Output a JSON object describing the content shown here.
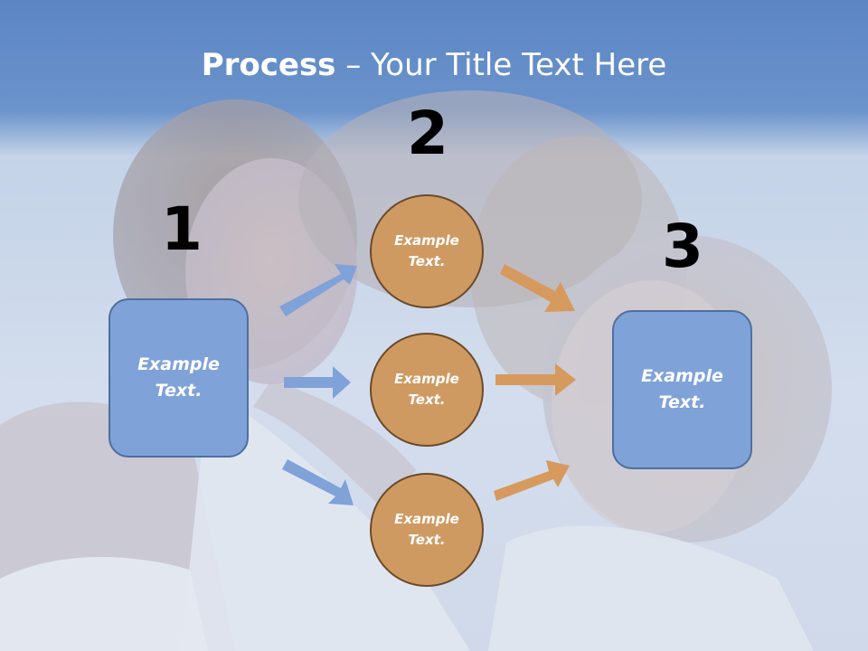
{
  "title": {
    "bold": "Process",
    "rest": " – Your Title Text Here"
  },
  "steps": [
    {
      "number": "1",
      "label": "Example Text."
    },
    {
      "number": "2",
      "items": [
        "Example Text.",
        "Example Text.",
        "Example Text."
      ]
    },
    {
      "number": "3",
      "label": "Example Text."
    }
  ],
  "colors": {
    "box_fill": "#7fa2d8",
    "circle_fill": "#cf9a62",
    "left_arrows": "#7fa2d8",
    "right_arrows": "#d69a5e",
    "title_bar": "#5b86c4"
  }
}
